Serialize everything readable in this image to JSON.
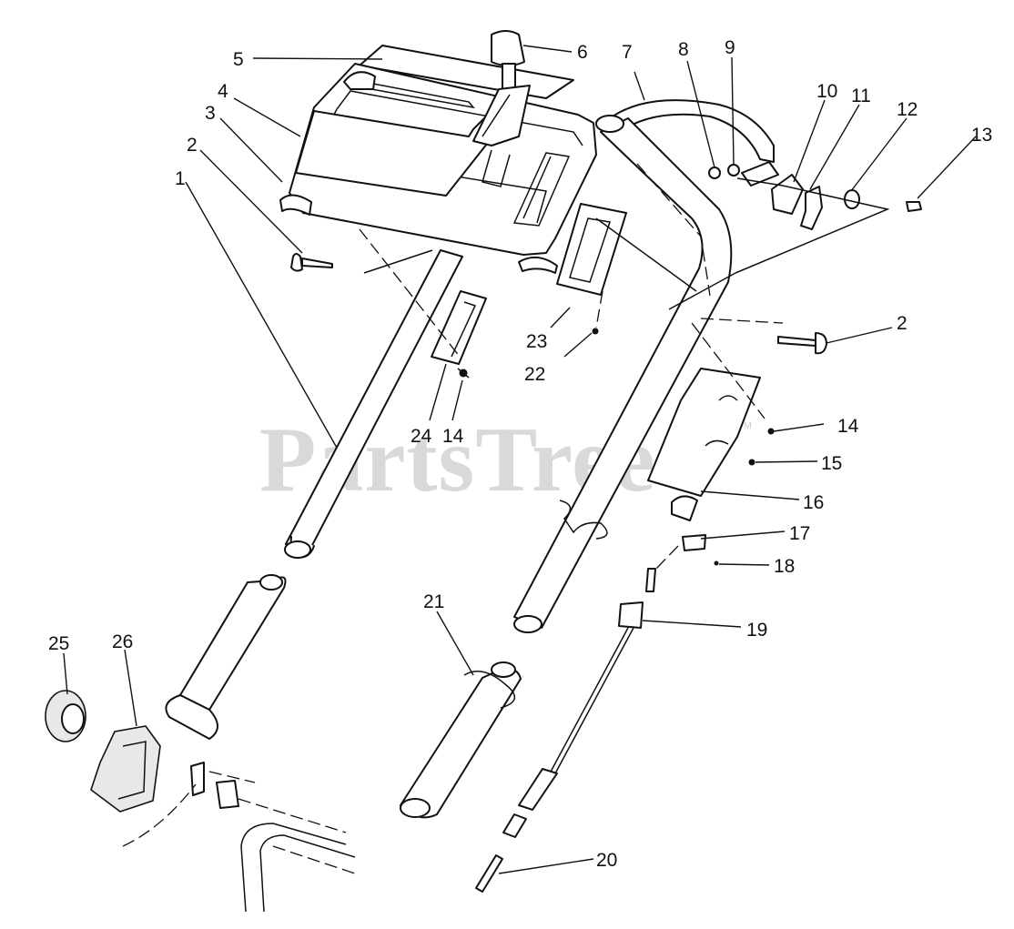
{
  "watermark": {
    "text": "PartsTree",
    "trademark": "TM"
  },
  "callouts": [
    {
      "id": "c5a",
      "label": "5"
    },
    {
      "id": "c6",
      "label": "6"
    },
    {
      "id": "c7",
      "label": "7"
    },
    {
      "id": "c8",
      "label": "8"
    },
    {
      "id": "c9",
      "label": "9"
    },
    {
      "id": "c10",
      "label": "10"
    },
    {
      "id": "c11",
      "label": "11"
    },
    {
      "id": "c12",
      "label": "12"
    },
    {
      "id": "c13",
      "label": "13"
    },
    {
      "id": "c4",
      "label": "4"
    },
    {
      "id": "c3",
      "label": "3"
    },
    {
      "id": "c2a",
      "label": "2"
    },
    {
      "id": "c1",
      "label": "1"
    },
    {
      "id": "c2b",
      "label": "2"
    },
    {
      "id": "c23",
      "label": "23"
    },
    {
      "id": "c22",
      "label": "22"
    },
    {
      "id": "c24",
      "label": "24"
    },
    {
      "id": "c14a",
      "label": "14"
    },
    {
      "id": "c14b",
      "label": "14"
    },
    {
      "id": "c15",
      "label": "15"
    },
    {
      "id": "c16",
      "label": "16"
    },
    {
      "id": "c17",
      "label": "17"
    },
    {
      "id": "c18",
      "label": "18"
    },
    {
      "id": "c19",
      "label": "19"
    },
    {
      "id": "c21",
      "label": "21"
    },
    {
      "id": "c25",
      "label": "25"
    },
    {
      "id": "c26",
      "label": "26"
    },
    {
      "id": "c20",
      "label": "20"
    }
  ]
}
